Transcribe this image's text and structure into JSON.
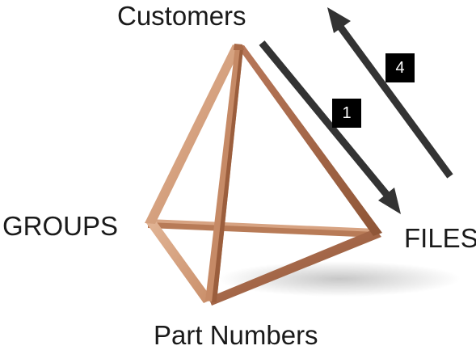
{
  "labels": {
    "top": "Customers",
    "left": "GROUPS",
    "right": "FILES",
    "bottom": "Part Numbers"
  },
  "steps": {
    "down": "1",
    "up": "4"
  },
  "colors": {
    "frame_light": "#d9a583",
    "frame_mid": "#bd7f5a",
    "frame_dark": "#8e5536",
    "arrow": "#333333",
    "badge": "#000000",
    "text": "#1a1a1a"
  }
}
